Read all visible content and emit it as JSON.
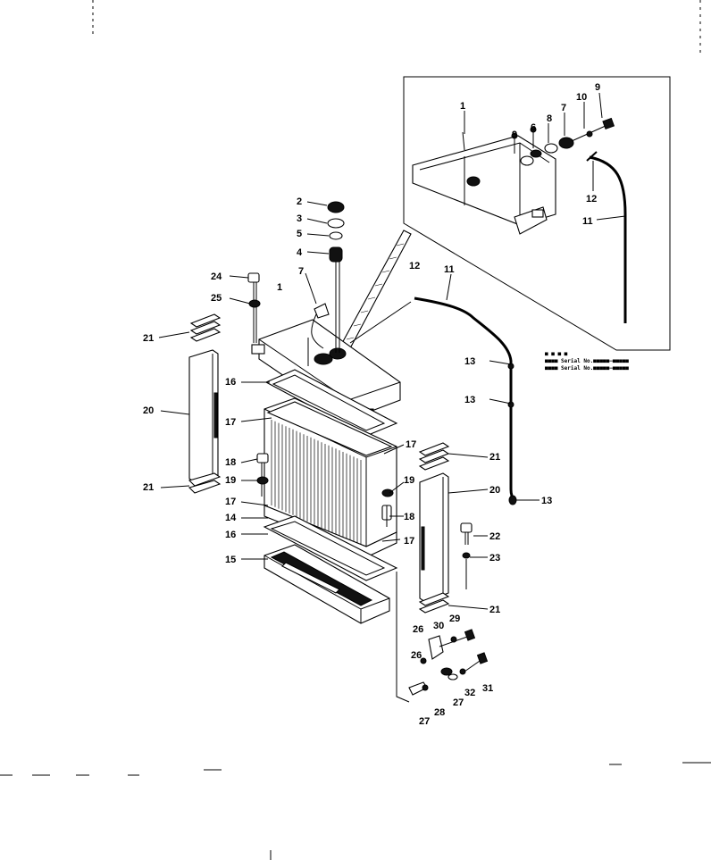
{
  "callouts": {
    "n1": "1",
    "n2": "2",
    "n3": "3",
    "n4": "4",
    "n5": "5",
    "n7": "7",
    "n11": "11",
    "n12": "12",
    "n13": "13",
    "n14": "14",
    "n15": "15",
    "n16": "16",
    "n17": "17",
    "n18": "18",
    "n19": "19",
    "n20": "20",
    "n21": "21",
    "n22": "22",
    "n23": "23",
    "n24": "24",
    "n25": "25",
    "n26": "26",
    "n27": "27",
    "n28": "28",
    "n29": "29",
    "n30": "30",
    "n31": "31",
    "n32": "32",
    "n6": "6",
    "n8": "8",
    "n9": "9",
    "n10": "10"
  },
  "inset_note": {
    "line1": "■ ■ ■ ■",
    "line2": "■■■■ Serial No.■■■■■—■■■■■",
    "line3": "■■■■ Serial No.■■■■■—■■■■■"
  }
}
